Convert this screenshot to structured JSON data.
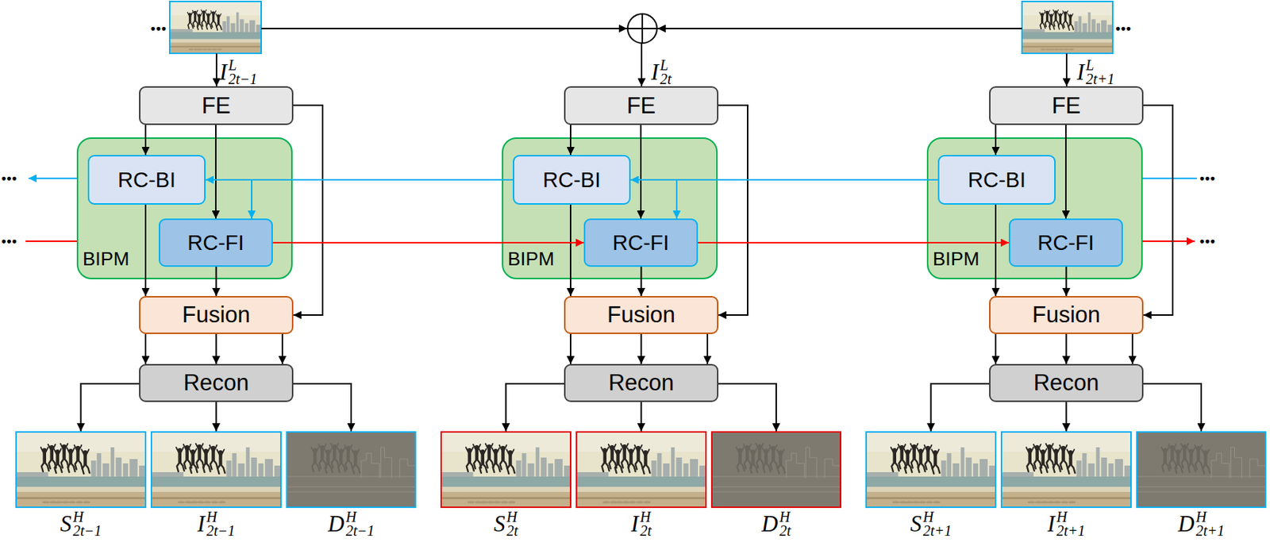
{
  "diagram": {
    "nodes": [
      {
        "text": [
          "FE"
        ]
      },
      {
        "text": [
          "BIPM"
        ]
      },
      {
        "text": [
          "RC-BI"
        ],
        "in": 1
      },
      {
        "text": [
          "RC-FI"
        ],
        "in": 1
      },
      {
        "text": [
          "Fusion"
        ]
      },
      {
        "text": [
          "Recon"
        ]
      },
      {
        "text": [
          "S",
          "H",
          "2t−1"
        ]
      },
      {
        "text": [
          "I",
          "H",
          "2t−1"
        ]
      },
      {
        "text": [
          "D",
          "H",
          "2t−1"
        ]
      },
      {
        "text": [
          "FE"
        ]
      },
      {
        "text": [
          "BIPM"
        ]
      },
      {
        "text": [
          "RC-BI"
        ],
        "in": 10
      },
      {
        "text": [
          "RC-FI"
        ],
        "in": 10
      },
      {
        "text": [
          "Fusion"
        ]
      },
      {
        "text": [
          "Recon"
        ]
      },
      {
        "text": [
          "S",
          "H",
          "2t"
        ]
      },
      {
        "text": [
          "I",
          "H",
          "2t"
        ]
      },
      {
        "text": [
          "D",
          "H",
          "2t"
        ]
      },
      {
        "text": [
          "FE"
        ]
      },
      {
        "text": [
          "BIPM"
        ]
      },
      {
        "text": [
          "RC-BI"
        ],
        "in": 19
      },
      {
        "text": [
          "RC-FI"
        ],
        "in": 19
      },
      {
        "text": [
          "Fusion"
        ]
      },
      {
        "text": [
          "Recon"
        ]
      },
      {
        "text": [
          "S",
          "H",
          "2t+1"
        ]
      },
      {
        "text": [
          "I",
          "H",
          "2t+1"
        ]
      },
      {
        "text": [
          "D",
          "H",
          "2t+1"
        ]
      }
    ],
    "edges": [
      {
        "from": 0,
        "to": 2,
        "arrow": "to"
      },
      {
        "from": 0,
        "to": 3,
        "arrow": "to"
      },
      {
        "from": 0,
        "to": 4,
        "arrow": "to"
      },
      {
        "from": 2,
        "to": 4,
        "arrow": "to"
      },
      {
        "from": 3,
        "to": 4,
        "arrow": "to"
      },
      {
        "from": 4,
        "to": 5,
        "arrow": "to"
      },
      {
        "from": 4,
        "to": 5,
        "arrow": "to"
      },
      {
        "from": 4,
        "to": 5,
        "arrow": "to"
      },
      {
        "from": 5,
        "to": 6,
        "arrow": "to"
      },
      {
        "from": 5,
        "to": 7,
        "arrow": "to"
      },
      {
        "from": 5,
        "to": 8,
        "arrow": "to"
      },
      {
        "from": 9,
        "to": 11,
        "arrow": "to"
      },
      {
        "from": 9,
        "to": 12,
        "arrow": "to"
      },
      {
        "from": 9,
        "to": 13,
        "arrow": "to"
      },
      {
        "from": 11,
        "to": 13,
        "arrow": "to"
      },
      {
        "from": 12,
        "to": 13,
        "arrow": "to"
      },
      {
        "from": 13,
        "to": 14,
        "arrow": "to"
      },
      {
        "from": 13,
        "to": 14,
        "arrow": "to"
      },
      {
        "from": 13,
        "to": 14,
        "arrow": "to"
      },
      {
        "from": 14,
        "to": 15,
        "arrow": "to"
      },
      {
        "from": 14,
        "to": 16,
        "arrow": "to"
      },
      {
        "from": 14,
        "to": 17,
        "arrow": "to"
      },
      {
        "from": 18,
        "to": 20,
        "arrow": "to"
      },
      {
        "from": 18,
        "to": 21,
        "arrow": "to"
      },
      {
        "from": 18,
        "to": 22,
        "arrow": "to"
      },
      {
        "from": 20,
        "to": 22,
        "arrow": "to"
      },
      {
        "from": 21,
        "to": 22,
        "arrow": "to"
      },
      {
        "from": 22,
        "to": 23,
        "arrow": "to"
      },
      {
        "from": 22,
        "to": 23,
        "arrow": "to"
      },
      {
        "from": 22,
        "to": 23,
        "arrow": "to"
      },
      {
        "from": 23,
        "to": 24,
        "arrow": "to"
      },
      {
        "from": 23,
        "to": 25,
        "arrow": "to"
      },
      {
        "from": 23,
        "to": 26,
        "arrow": "to"
      },
      {
        "from": 11,
        "to": 2,
        "arrow": "to"
      },
      {
        "from": 11,
        "to": 3,
        "arrow": "to"
      },
      {
        "from": 3,
        "to": 12,
        "arrow": "to"
      },
      {
        "from": 20,
        "to": 11,
        "arrow": "to"
      },
      {
        "from": 20,
        "to": 12,
        "arrow": "to"
      },
      {
        "from": 12,
        "to": 21,
        "arrow": "to"
      }
    ],
    "labels": [
      "•••",
      "•••",
      "I",
      "L",
      "2t−1",
      "I",
      "L",
      "2t",
      "I",
      "L",
      "2t+1",
      "•••",
      "•••",
      "•••",
      "•••"
    ]
  }
}
